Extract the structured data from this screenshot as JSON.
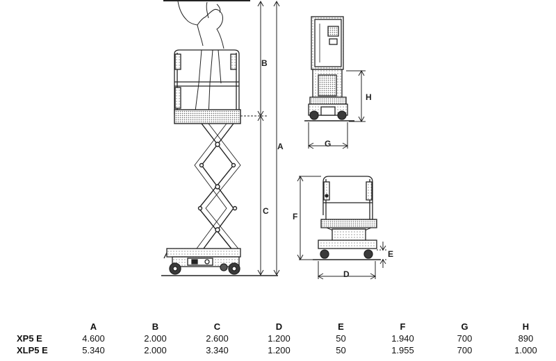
{
  "dimension_labels": {
    "a": "A",
    "b": "B",
    "c": "C",
    "d": "D",
    "e": "E",
    "f": "F",
    "g": "G",
    "h": "H"
  },
  "table": {
    "columns": [
      "A",
      "B",
      "C",
      "D",
      "E",
      "F",
      "G",
      "H"
    ],
    "rows": [
      {
        "model": "XP5 E",
        "values": [
          "4.600",
          "2.000",
          "2.600",
          "1.200",
          "50",
          "1.940",
          "700",
          "890"
        ]
      },
      {
        "model": "XLP5 E",
        "values": [
          "5.340",
          "2.000",
          "3.340",
          "1.200",
          "50",
          "1.955",
          "700",
          "1.000"
        ]
      }
    ]
  }
}
